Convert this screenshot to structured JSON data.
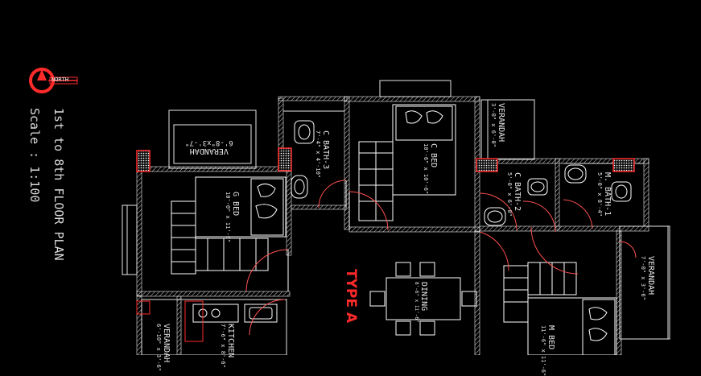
{
  "title": {
    "plan_name": "1st to 8th FLOOR PLAN",
    "scale": "Scale : 1:100",
    "north_label": "NORTH"
  },
  "type_label": "TYPE A",
  "rooms": [
    {
      "name": "VERANDAH",
      "dims": "6'-8\"x3'-7\""
    },
    {
      "name": "G BED",
      "dims": "10'-0\" x 11'-6\""
    },
    {
      "name": "C BATH-3",
      "dims": "7'-4\" x 4'-10\""
    },
    {
      "name": "C BED",
      "dims": "10'-6\" x 10'-6\""
    },
    {
      "name": "VERANDAH",
      "dims": "3'-0\" x 6'-0\""
    },
    {
      "name": "C BATH-2",
      "dims": "5'-0\" x 6'-0\""
    },
    {
      "name": "M. BATH-1",
      "dims": "5'-0\" x 8'-4\""
    },
    {
      "name": "VERANDAH",
      "dims": "7'-0\" x 3'-6\""
    },
    {
      "name": "DINING",
      "dims": "8'-6\" x 11'-6\""
    },
    {
      "name": "KITCHEN",
      "dims": "7'-6\" x 8'-6\""
    },
    {
      "name": "VERANDAH",
      "dims": "6'-10\" x 3'-6\""
    },
    {
      "name": "M BED",
      "dims": "11'-6\" x 11'-6\""
    }
  ],
  "colors": {
    "background": "#000000",
    "wall": "#f0f0f0",
    "furniture": "#ffffff",
    "door_arc": "#ff5050",
    "accent": "#ff2a2a"
  }
}
